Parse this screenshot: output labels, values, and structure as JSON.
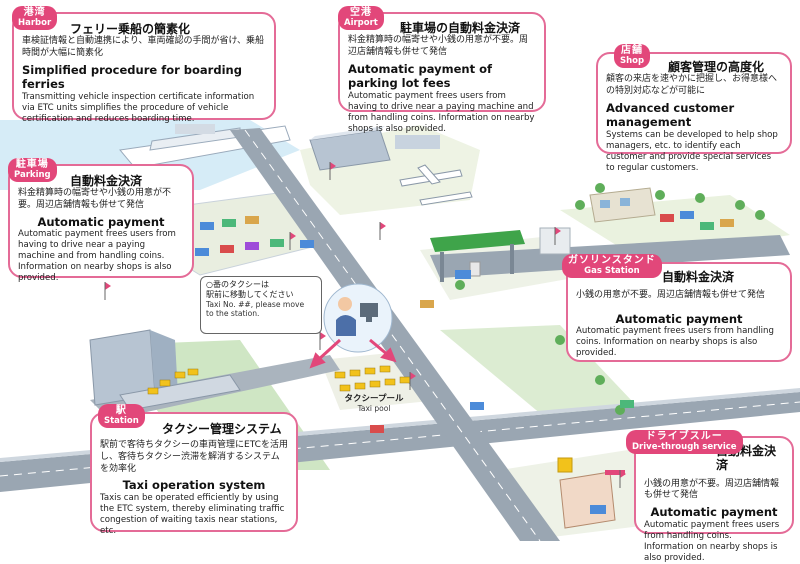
{
  "harbor": {
    "tag_jp": "港湾",
    "tag_en": "Harbor",
    "title_jp": "フェリー乗船の簡素化",
    "body_jp": "車検証情報と自動連携により、車両確認の手間が省け、乗船時間が大幅に簡素化",
    "title_en": "Simplified procedure for boarding ferries",
    "body_en": "Transmitting vehicle inspection certificate information via ETC units simplifies the procedure of vehicle certification and reduces boarding time."
  },
  "airport": {
    "tag_jp": "空港",
    "tag_en": "Airport",
    "title_jp": "駐車場の自動料金決済",
    "body_jp": "料金精算時の幅寄せや小銭の用意が不要。周辺店舗情報も併せて発信",
    "title_en": "Automatic payment of parking lot fees",
    "body_en": "Automatic payment frees users from having to drive near a paying machine and from handling coins. Information on nearby shops is also provided."
  },
  "shop": {
    "tag_jp": "店舗",
    "tag_en": "Shop",
    "title_jp": "顧客管理の高度化",
    "body_jp": "顧客の来店を速やかに把握し、お得意様への特別対応などが可能に",
    "title_en": "Advanced customer management",
    "body_en": "Systems can be developed to help shop managers, etc. to identify each customer and provide special services to regular customers."
  },
  "parking": {
    "tag_jp": "駐車場",
    "tag_en": "Parking",
    "title_jp": "自動料金決済",
    "body_jp": "料金精算時の幅寄せや小銭の用意が不要。周辺店舗情報も併せて発信",
    "title_en": "Automatic payment",
    "body_en": "Automatic payment frees users from having to drive near a paying machine and from handling coins. Information on nearby shops is also provided."
  },
  "gas_station": {
    "tag_jp": "ガソリンスタンド",
    "tag_en": "Gas Station",
    "title_jp": "自動料金決済",
    "body_jp": "小銭の用意が不要。周辺店舗情報も併せて発信",
    "title_en": "Automatic payment",
    "body_en": "Automatic payment frees users from handling coins. Information on nearby shops is also provided."
  },
  "station": {
    "tag_jp": "駅",
    "tag_en": "Station",
    "title_jp": "タクシー管理システム",
    "body_jp": "駅前で客待ちタクシーの車両管理にETCを活用し、客待ちタクシー渋滞を解消するシステムを効率化",
    "title_en": "Taxi operation system",
    "body_en": "Taxis can be operated efficiently by using the ETC system, thereby eliminating traffic congestion of waiting taxis near stations, etc."
  },
  "drive_through": {
    "tag_jp": "ドライブスルー",
    "tag_en": "Drive-through service",
    "title_jp": "自動料金決済",
    "body_jp": "小銭の用意が不要。周辺店舗情報も併せて発信",
    "title_en": "Automatic payment",
    "body_en": "Automatic payment frees users from handling coins. Information on nearby shops is also provided."
  },
  "taxi_pool": {
    "label_jp": "タクシープール",
    "label_en": "Taxi pool"
  },
  "dispatch": {
    "line1_jp": "○番のタクシーは",
    "line2_jp": "駅前に移動してください",
    "line1_en": "Taxi No. ##, please move",
    "line2_en": "to the station."
  },
  "colors": {
    "accent_pink": "#e2477a",
    "road": "#8e9aa6",
    "road_edge": "#c9d2db",
    "grass": "#9cc98f",
    "ground": "#f4f6ec",
    "water": "#d6ecf7",
    "taxi": "#f2c21b",
    "gas_green": "#3fa44a",
    "building": "#b7c4d2"
  }
}
